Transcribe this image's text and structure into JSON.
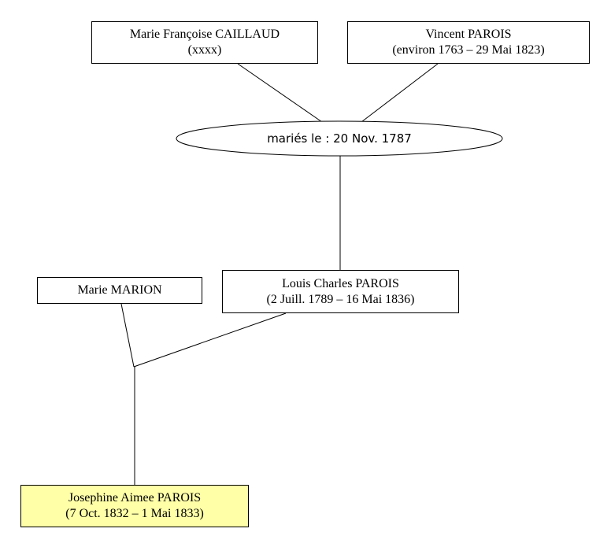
{
  "tree": {
    "grandmother": {
      "name": "Marie Françoise CAILLAUD",
      "dates": "(xxxx)"
    },
    "grandfather": {
      "name": "Vincent PAROIS",
      "dates": "(environ 1763 – 29 Mai 1823)"
    },
    "grandparents_marriage": {
      "label": "mariés le : 20 Nov. 1787"
    },
    "mother": {
      "name": "Marie MARION"
    },
    "father": {
      "name": "Louis Charles PAROIS",
      "dates": "(2 Juill. 1789 – 16 Mai 1836)"
    },
    "subject": {
      "name": "Josephine Aimee PAROIS",
      "dates": "(7 Oct. 1832 – 1 Mai 1833)"
    }
  },
  "colors": {
    "subject_fill": "#ffffa8",
    "box_border": "#000000",
    "line": "#000000"
  }
}
